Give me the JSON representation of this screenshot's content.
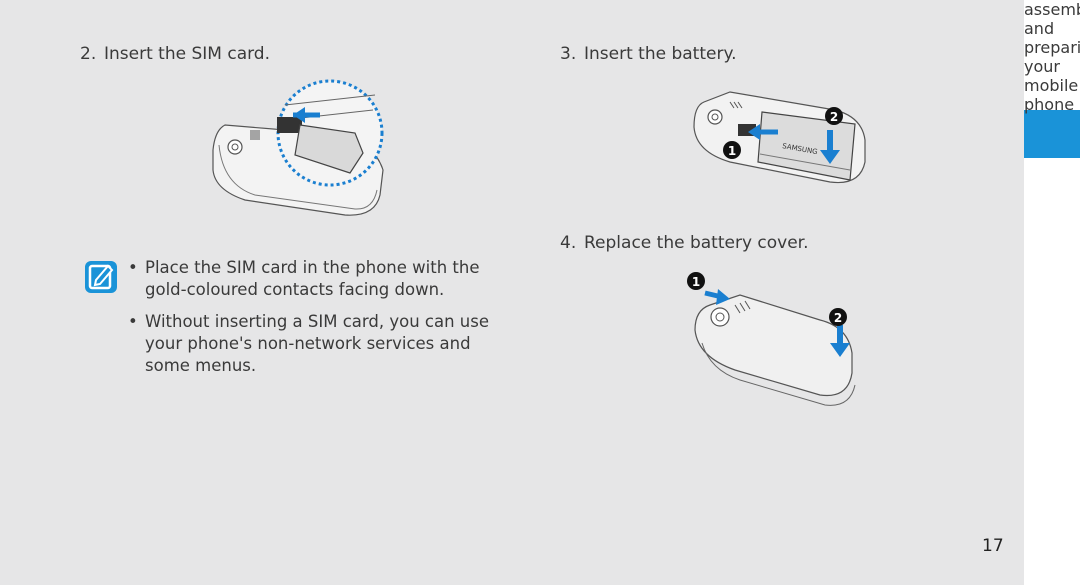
{
  "steps": {
    "s2": {
      "number": "2.",
      "label": "Insert the SIM card."
    },
    "s3": {
      "number": "3.",
      "label": "Insert the battery."
    },
    "s4": {
      "number": "4.",
      "label": "Replace the battery cover."
    }
  },
  "notes": [
    {
      "bullet": "•",
      "text": "Place the SIM card in the phone with the gold-coloured contacts facing down."
    },
    {
      "bullet": "•",
      "text": "Without inserting a SIM card, you can use your phone's non-network services and some menus."
    }
  ],
  "illustrations": {
    "battery": {
      "callouts": [
        "1",
        "2"
      ],
      "brand": "SAMSUNG"
    },
    "cover": {
      "callouts": [
        "1",
        "2"
      ]
    }
  },
  "sidebar": {
    "chapter": "assembling and preparing your mobile phone"
  },
  "page_number": "17",
  "colors": {
    "accent": "#1a93d8",
    "arrow": "#1a7fd0",
    "background": "#e6e6e7"
  },
  "icons": [
    "note-icon",
    "arrow-icon",
    "callout-1-icon",
    "callout-2-icon"
  ]
}
